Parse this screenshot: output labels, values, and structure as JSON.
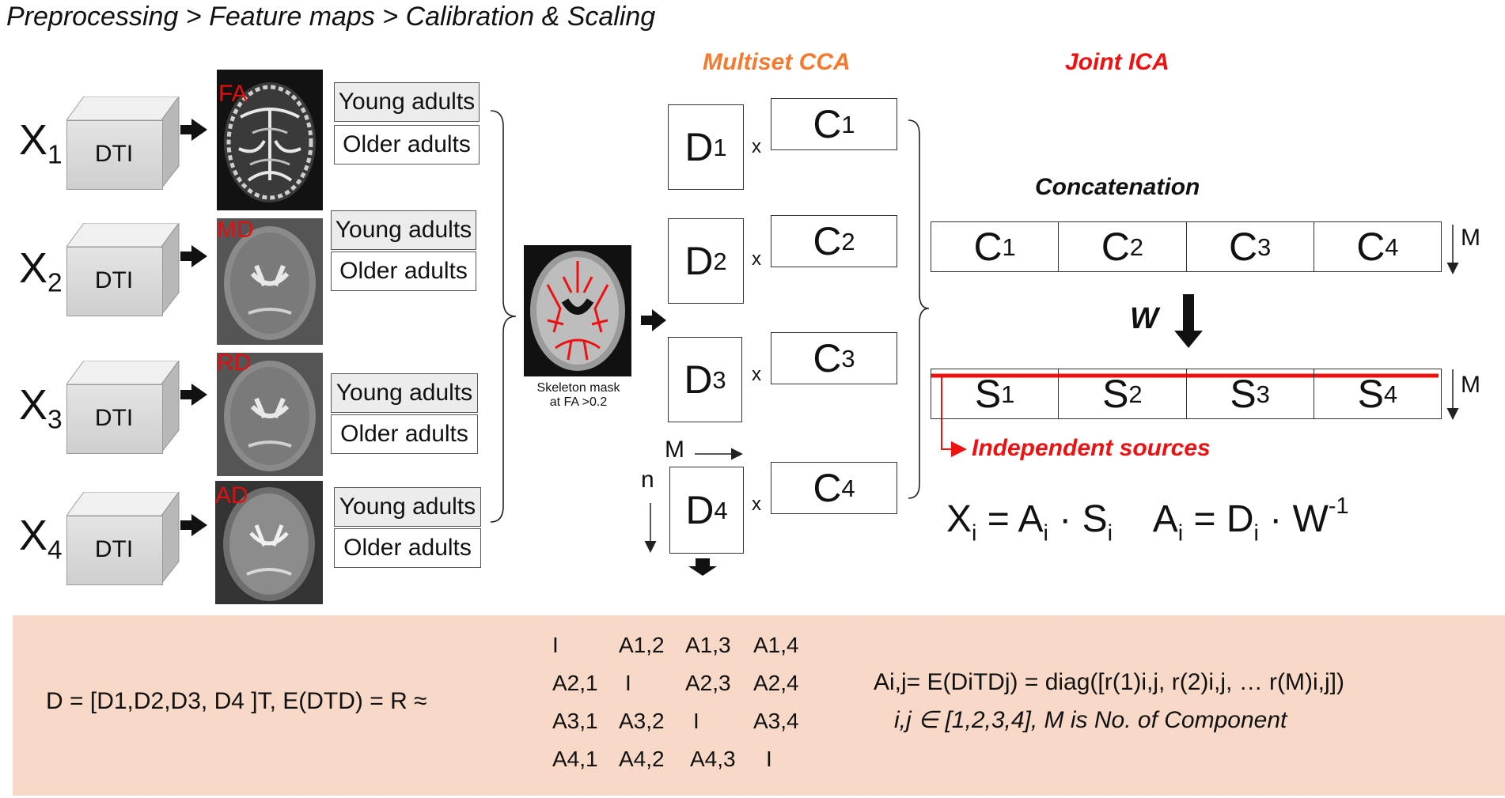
{
  "breadcrumb": "Preprocessing  > Feature maps > Calibration & Scaling",
  "modalities": [
    {
      "x": "X",
      "sub": "1",
      "cube": "DTI",
      "map": "FA"
    },
    {
      "x": "X",
      "sub": "2",
      "cube": "DTI",
      "map": "MD"
    },
    {
      "x": "X",
      "sub": "3",
      "cube": "DTI",
      "map": "RD"
    },
    {
      "x": "X",
      "sub": "4",
      "cube": "DTI",
      "map": "AD"
    }
  ],
  "groups": {
    "young": "Young adults",
    "older": "Older adults"
  },
  "skeleton": {
    "line1": "Skeleton mask",
    "line2": "at FA  >0.2"
  },
  "multiset_title": "Multiset CCA",
  "joint_title": "Joint ICA",
  "cca": {
    "d": "D",
    "c": "C",
    "times": "x",
    "subs": [
      "1",
      "2",
      "3",
      "4"
    ],
    "m_label": "M",
    "n_label": "n"
  },
  "concat": {
    "title": "Concatenation",
    "c": "C",
    "s": "S",
    "m_label": "M",
    "w_label": "W",
    "independent": "Independent sources"
  },
  "formula": {
    "x": "X",
    "i": "i",
    "eq": "=",
    "a": "A",
    "s": "S",
    "dot": "·",
    "d": "D",
    "w": "W",
    "inv": "-1"
  },
  "bottom": {
    "left": "D = [D1,D2,D3, D4 ]T, E(DTD) = R ≈",
    "matrix": [
      [
        "I",
        "A1,2",
        "A1,3",
        "A1,4"
      ],
      [
        "A2,1",
        "I",
        "A2,3",
        "A2,4"
      ],
      [
        "A3,1",
        "A3,2",
        "I",
        "A3,4"
      ],
      [
        "A4,1",
        "A4,2",
        "A4,3",
        "I"
      ]
    ],
    "right1": "Ai,j= E(DiTDj) = diag([r(1)i,j, r(2)i,j, … r(M)i,j])",
    "right2": "i,j  ∈ [1,2,3,4], M is No. of Component"
  }
}
